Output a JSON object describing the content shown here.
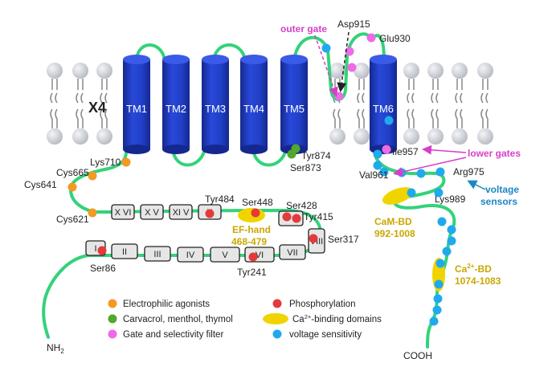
{
  "colors": {
    "helix": "#2040c8",
    "helix_dark": "#15288f",
    "loop": "#34d27a",
    "lipid_head": "#c9cdd3",
    "electrophilic": "#f29a22",
    "carvacrol": "#52a82a",
    "gate": "#ee6ae6",
    "phosphorylation": "#e53a3a",
    "ca_binding": "#f0d400",
    "voltage": "#21a9ee"
  },
  "membrane": {
    "multiplier": "X4"
  },
  "helices": [
    "TM1",
    "TM2",
    "TM3",
    "TM4",
    "TM5",
    "TM6"
  ],
  "ankyrin_boxes": [
    "X VI",
    "X V",
    "XI V",
    "X",
    "I",
    "II",
    "III",
    "IV",
    "V",
    "VI",
    "VII",
    "VIII"
  ],
  "residues": {
    "lys710": "Lys710",
    "cys665": "Cys665",
    "cys641": "Cys641",
    "cys621": "Cys621",
    "tyr484": "Tyr484",
    "ser448": "Ser448",
    "ser428": "Ser428",
    "tyr415": "Tyr415",
    "ser317": "Ser317",
    "ser86": "Ser86",
    "tyr241": "Tyr241",
    "tyr874": "Tyr874",
    "ser873": "Ser873",
    "asp915": "Asp915",
    "glu930": "Glu930",
    "ile957": "Ile957",
    "val961": "Val961",
    "arg975": "Arg975",
    "lys989": "Lys989"
  },
  "domains": {
    "ef_hand": "EF-hand",
    "ef_hand_range": "468-479",
    "cam_bd": "CaM-BD",
    "cam_bd_range": "992-1008",
    "ca_bd_prefix": "Ca",
    "ca_bd_sup": "2+",
    "ca_bd_suffix": "-BD",
    "ca_bd_range": "1074-1083"
  },
  "annotations": {
    "outer_gate": "outer gate",
    "lower_gates": "lower gates",
    "voltage_line1": "voltage",
    "voltage_line2": "sensors"
  },
  "termini": {
    "n_main": "NH",
    "n_sub": "2",
    "c": "COOH"
  },
  "legend": {
    "electrophilic": "Electrophilic agonists",
    "carvacrol": "Carvacrol, menthol, thymol",
    "gate": "Gate and selectivity filter",
    "phosphorylation": "Phosphorylation",
    "ca_prefix": "Ca",
    "ca_sup": "2+",
    "ca_suffix": "-binding domains",
    "voltage": "voltage sensitivity"
  }
}
